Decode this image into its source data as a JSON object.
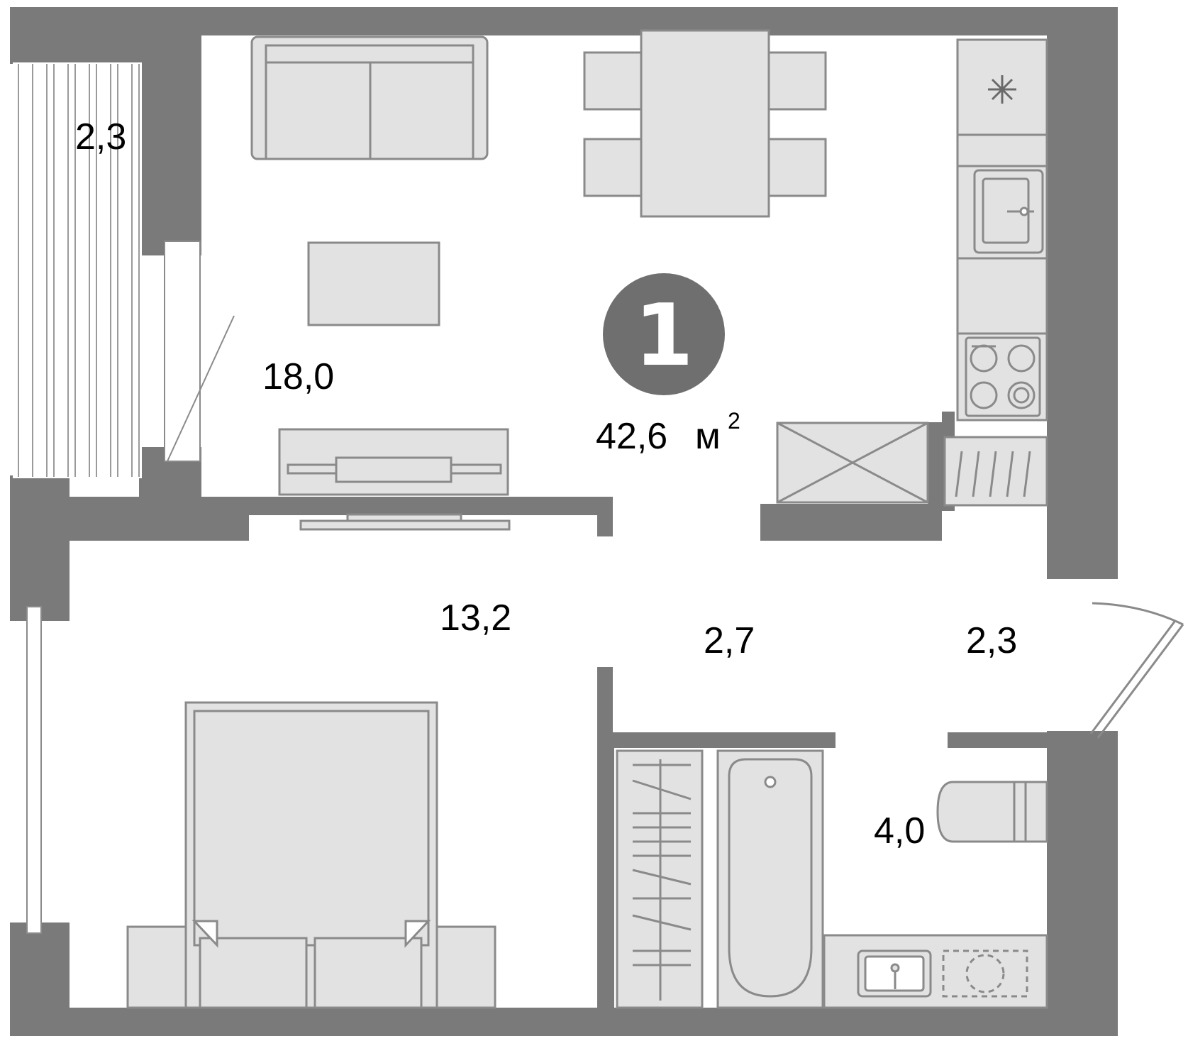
{
  "plan": {
    "rooms_label": "1",
    "total_area": "42,6",
    "total_area_unit": "м",
    "total_area_unit_exp": "2",
    "room_areas": {
      "balcony": "2,3",
      "kitchen_living": "18,0",
      "bedroom": "13,2",
      "corridor": "2,7",
      "hall": "2,3",
      "bathroom": "4,0"
    }
  },
  "colors": {
    "wall": "#7a7a7a",
    "furniture_fill": "#e2e2e2",
    "furniture_stroke": "#8a8a8a",
    "badge": "#6f6f6f",
    "text": "#000000",
    "floor": "#ffffff"
  }
}
